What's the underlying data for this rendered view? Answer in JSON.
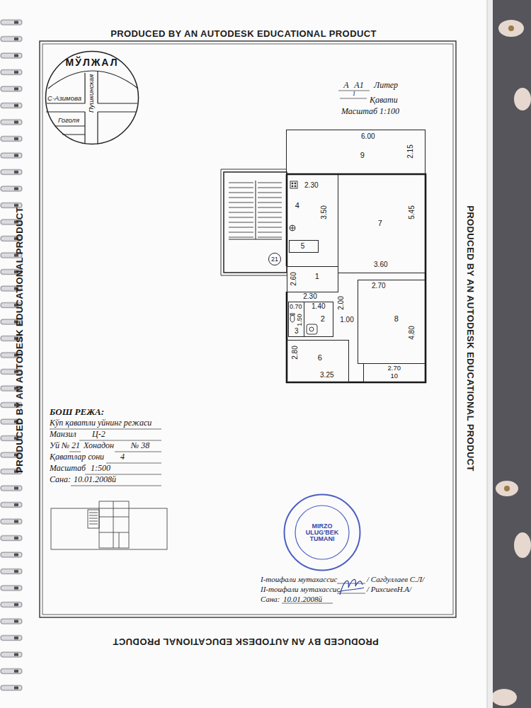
{
  "diagram": {
    "nodes": [
      {
        "text": [
          "МЎЛЖАЛ",
          "С-Азимова",
          "Пушкинская",
          "Гоголя"
        ]
      },
      {
        "text": [
          "6.00",
          "9",
          "2.15"
        ]
      },
      {
        "text": [
          "2.30",
          "4",
          "3.50"
        ]
      },
      {
        "text": [
          "7",
          "5.45",
          "3.60"
        ]
      },
      {
        "text": [
          "5"
        ],
        "in": 2
      },
      {
        "text": [
          "21"
        ]
      },
      {
        "text": [
          "1",
          "2.60"
        ]
      },
      {
        "text": [
          "0.70",
          "1.50",
          "3"
        ]
      },
      {
        "text": [
          "1.40",
          "2"
        ]
      },
      {
        "text": [
          "2.70",
          "8",
          "4.80"
        ]
      },
      {
        "text": [
          "2.80",
          "6",
          "3.25"
        ]
      },
      {
        "text": [
          "2.70",
          "10"
        ]
      },
      {
        "text": [
          "MIRZO ULUG'BEK TUMANI"
        ]
      }
    ],
    "labels": [
      "PRODUCED BY AN AUTODESK EDUCATIONAL PRODUCT",
      "PRODUCED BY AN AUTODESK EDUCATIONAL PRODUCT",
      "PRODUCED BY AN AUTODESK EDUCATIONAL PRODUCT",
      "PRODUCED BY AN AUTODESK EDUCATIONAL PRODUCT",
      "А",
      "А1",
      "Литер",
      "1",
      "Қавати",
      "Масштаб 1:100",
      "2.30",
      "2.00",
      "1.00",
      "БОШ РЕЖА:",
      "Кўп қаватли уйнинг режаси",
      "Манзил",
      "Ц-2",
      "Уй №",
      "21",
      "Хонадон",
      "№ 38",
      "Қаватлар сони",
      "4",
      "Масштаб",
      "1:500",
      "Сана:",
      "10.01.2008й",
      "I-тоифали мутахассис",
      "/ Сагдуллаев С.Л/",
      "II-тоифали мутахассис",
      "/ РихсиевН.А/",
      "Сана:",
      "10.01.2008й"
    ]
  }
}
